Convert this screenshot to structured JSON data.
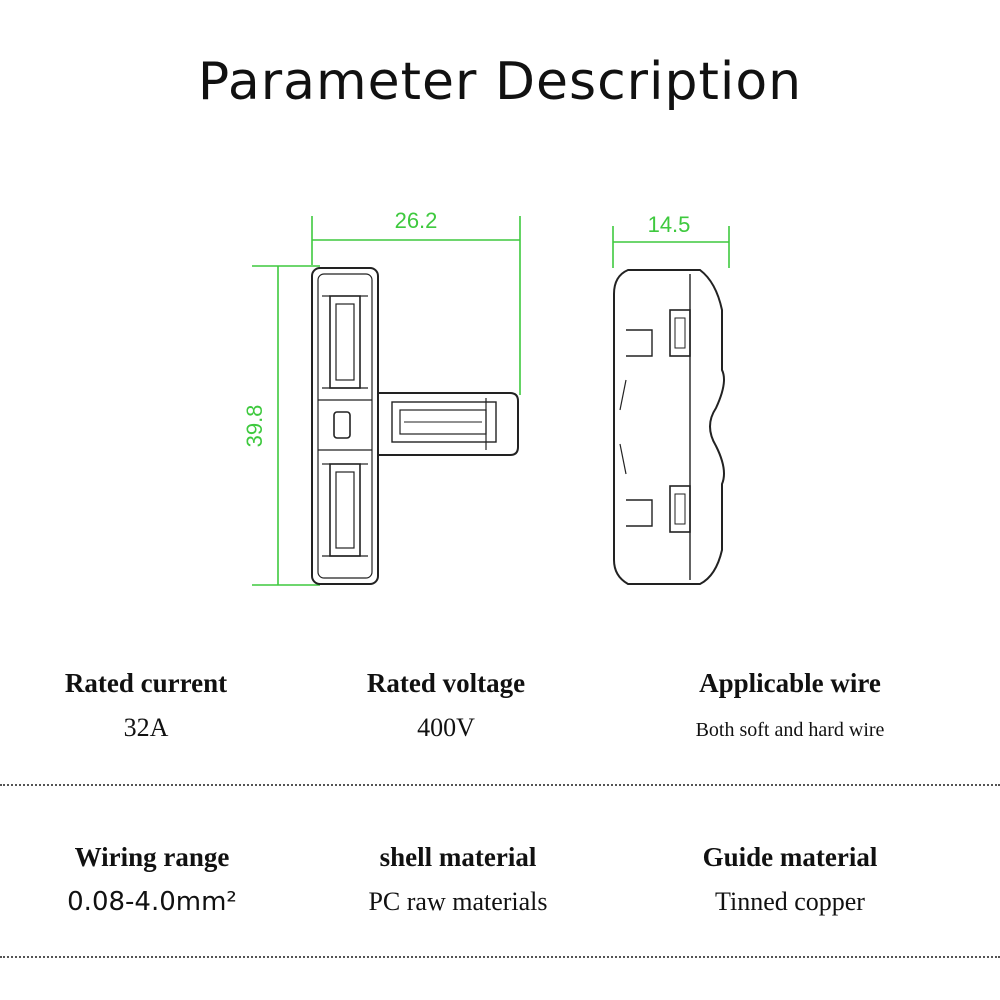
{
  "title": "Parameter Description",
  "dimensions": {
    "width_front": "26.2",
    "height_front": "39.8",
    "width_side": "14.5"
  },
  "colors": {
    "dimension_lines": "#3ec93e",
    "drawing_lines": "#222222"
  },
  "parameters": [
    {
      "label": "Rated current",
      "value": "32A"
    },
    {
      "label": "Rated voltage",
      "value": "400V"
    },
    {
      "label": "Applicable wire",
      "value": "Both soft and hard wire"
    },
    {
      "label": "Wiring range",
      "value": "0.08-4.0mm²"
    },
    {
      "label": "shell material",
      "value": "PC raw materials"
    },
    {
      "label": "Guide material",
      "value": "Tinned copper"
    }
  ]
}
